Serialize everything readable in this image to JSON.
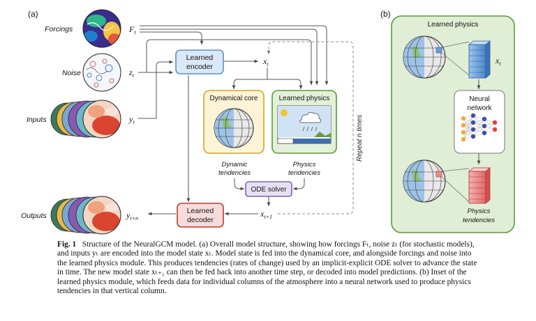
{
  "panel_a": {
    "label": "(a)",
    "labels": {
      "forcings": "Forcings",
      "noise": "Noise",
      "inputs": "Inputs",
      "outputs": "Outputs"
    },
    "vars": {
      "F": "F",
      "F_sub": "t",
      "z": "z",
      "z_sub": "t",
      "y": "y",
      "y_sub": "t",
      "x": "x",
      "x_sub": "t",
      "x_next": "x",
      "x_next_sub": "t+1",
      "y_out": "y",
      "y_out_sub": "t+n"
    },
    "boxes": {
      "encoder": [
        "Learned",
        "encoder"
      ],
      "decoder": [
        "Learned",
        "decoder"
      ],
      "dynamical_core": "Dynamical core",
      "learned_physics": "Learned physics",
      "ode_solver": "ODE solver"
    },
    "tendencies": {
      "dynamic": [
        "Dynamic",
        "tendencies"
      ],
      "physics": [
        "Physics",
        "tendencies"
      ]
    },
    "repeat": "Repeat n times"
  },
  "panel_b": {
    "label": "(b)",
    "title": "Learned physics",
    "var": "x",
    "var_sub": "t",
    "network": [
      "Neural",
      "network"
    ],
    "tendencies": [
      "Physics",
      "tendencies"
    ]
  },
  "caption": {
    "lead": "Fig. 1",
    "text": "Structure of the NeuralGCM model. (a) Overall model structure, showing how forcings Fₜ, noise zₜ (for stochastic models), and inputs yₜ are encoded into the model state xₜ. Model state is fed into the dynamical core, and alongside forcings and noise into the learned physics module. This produces tendencies (rates of change) used by an implicit-explicit ODE solver to advance the state in time. The new model state xₜ₊₁ can then be fed back into another time step, or decoded into model predictions. (b) Inset of the learned physics module, which feeds data for individual columns of the atmosphere into a neural network used to produce physics tendencies in that vertical column."
  },
  "colors": {
    "encoder_fill": "#dae8f7",
    "encoder_stroke": "#5b8fc9",
    "decoder_fill": "#f7dcdc",
    "decoder_stroke": "#c0392b",
    "dyncore_fill": "#fdf3d6",
    "dyncore_stroke": "#d9a520",
    "physics_fill": "#e4f0d9",
    "physics_stroke": "#5a9a3a",
    "ode_fill": "#e7e0f4",
    "ode_stroke": "#7a62b5",
    "panel_b_fill": "#dfeed5",
    "panel_b_stroke": "#5a9a3a"
  }
}
